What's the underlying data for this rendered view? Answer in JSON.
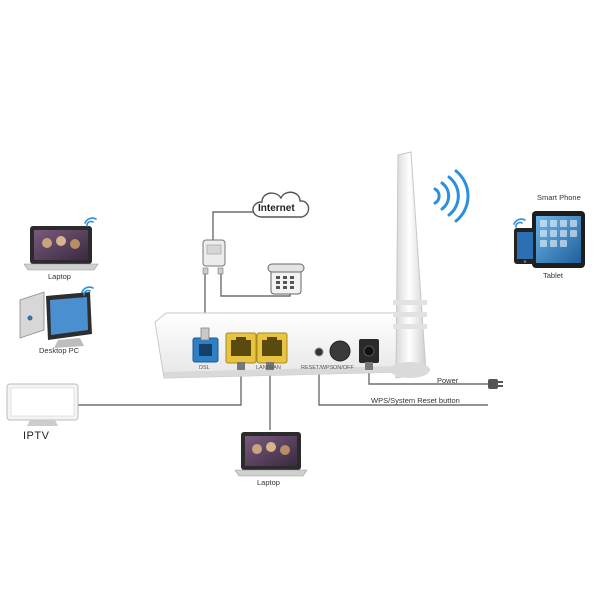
{
  "cloud": {
    "label": "Internet"
  },
  "devices": {
    "laptop_top": "Laptop",
    "desktop": "Desktop PC",
    "iptv": "IPTV",
    "laptop_bottom": "Laptop",
    "smart_phone": "Smart Phone",
    "tablet": "Tablet"
  },
  "router_ports": {
    "dsl": "DSL",
    "lan": "LAN/WAN",
    "reset": "RESET/WPS",
    "onoff": "ON/OFF"
  },
  "callouts": {
    "power": "Power",
    "wps": "WPS/System Reset button"
  },
  "colors": {
    "cable": "#6f6f6f",
    "router_body": "#f3f3f3",
    "dsl_port": "#2f7fc4",
    "lan_port": "#e8c440",
    "wifi": "#2b8fe0"
  }
}
